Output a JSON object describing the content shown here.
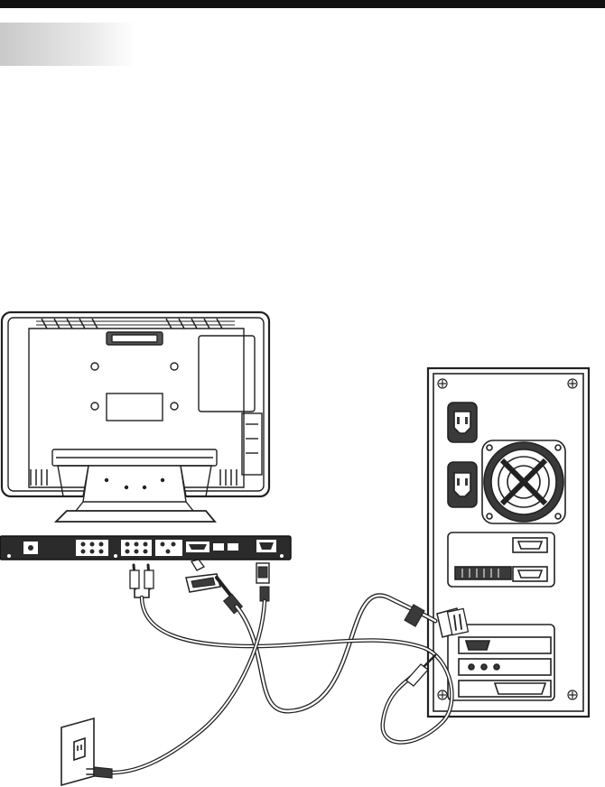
{
  "diagram": {
    "title": "",
    "components": [
      {
        "id": "tv-back",
        "icon": "lcd-tv-rear-view"
      },
      {
        "id": "tv-connector-panel",
        "icon": "connector-panel"
      },
      {
        "id": "computer-back",
        "icon": "pc-rear-panel"
      },
      {
        "id": "wall-outlet",
        "icon": "power-outlet"
      }
    ],
    "cables": [
      {
        "id": "vga-cable",
        "from": "tv-connector-panel",
        "to": "computer-back",
        "icon": "vga-plug"
      },
      {
        "id": "audio-cable",
        "from": "tv-connector-panel",
        "to": "computer-back",
        "icon": "rca-plug"
      },
      {
        "id": "power-cable",
        "from": "tv-connector-panel",
        "to": "wall-outlet",
        "icon": "power-plug"
      }
    ],
    "colors": {
      "line": "#222222",
      "fill_dark": "#3a3a3a",
      "fill_light": "#ffffff",
      "tab_gray": "#d0d0d0"
    }
  }
}
